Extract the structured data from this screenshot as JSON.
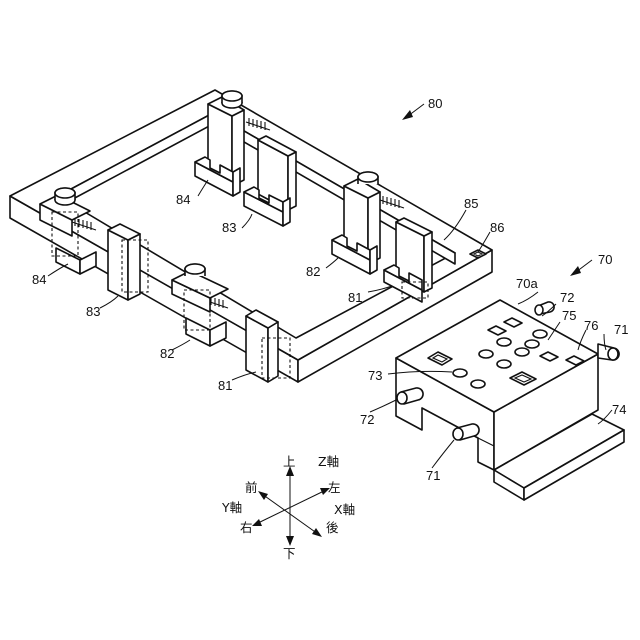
{
  "figure": {
    "labels": {
      "assembly_80": "80",
      "assembly_70": "70",
      "top_face_70a": "70a",
      "n72_top": "72",
      "n72_left": "72",
      "n75": "75",
      "n76": "76",
      "n71_right": "71",
      "n71_bottom": "71",
      "n73": "73",
      "n74": "74",
      "n85": "85",
      "n86": "86",
      "n84_inner": "84",
      "n83_inner": "83",
      "n82_inner": "82",
      "n81_inner": "81",
      "n84_outer": "84",
      "n83_outer": "83",
      "n82_outer": "82",
      "n81_outer": "81"
    },
    "axes": {
      "up": "上",
      "down": "下",
      "z_axis": "Z軸",
      "front": "前",
      "left": "左",
      "y_axis": "Y軸",
      "x_axis": "X軸",
      "right": "右",
      "rear": "後"
    }
  }
}
